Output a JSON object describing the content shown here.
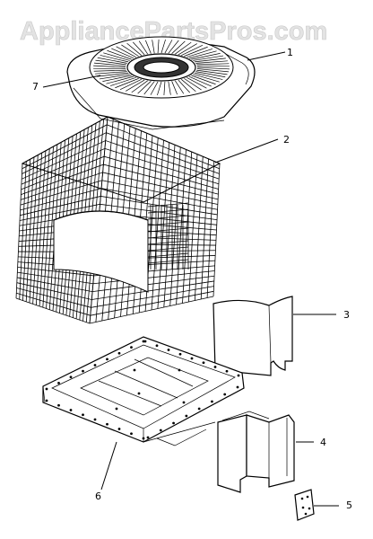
{
  "watermark": "AppliancePartsPros.com",
  "callouts": {
    "top_cover": "1",
    "coil_guard": "2",
    "panel": "3",
    "bracket": "4",
    "small_plate": "5",
    "base_pan": "6",
    "fan_grille": "7"
  }
}
